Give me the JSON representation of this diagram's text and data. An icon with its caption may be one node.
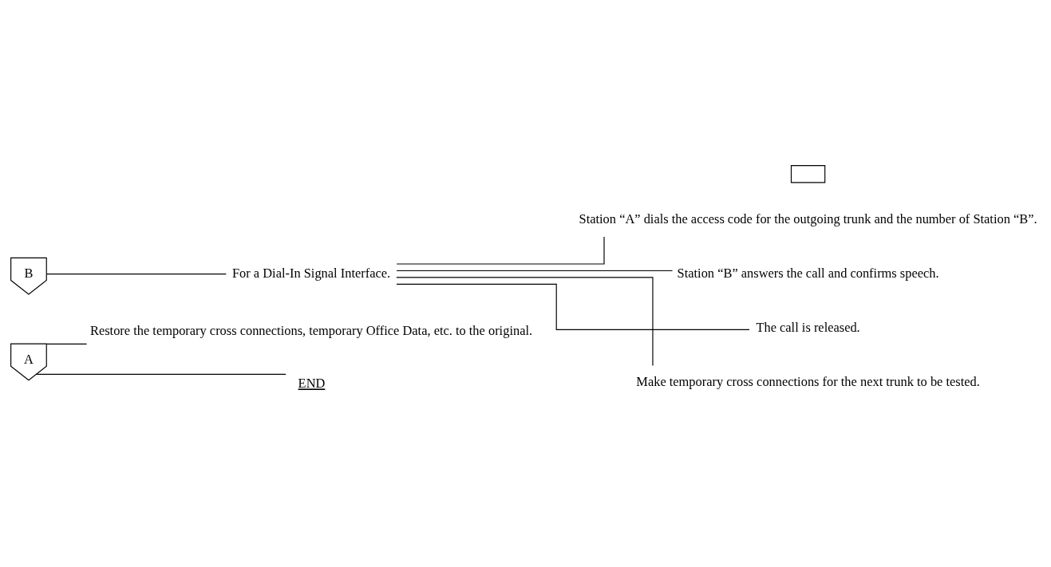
{
  "diagram": {
    "nodes": [
      {
        "text": [
          "A"
        ]
      },
      {
        "text": [
          "B"
        ]
      },
      {
        "text": [
          "For a Dial-In Signal Interface."
        ]
      },
      {
        "text": [],
        "shape": "box"
      },
      {
        "text": [
          "Station “A” dials the access code for the outgoing trunk and the number of Station “B”."
        ]
      },
      {
        "text": [
          "Station “B” answers the call and confirms speech."
        ]
      },
      {
        "text": [
          "The call is released."
        ]
      },
      {
        "text": [
          "Make temporary cross connections for the next trunk to be tested."
        ]
      },
      {
        "text": [
          "Restore the temporary cross connections, temporary Office Data, etc. to the original."
        ]
      },
      {
        "text": [
          "END"
        ]
      }
    ],
    "edges": [
      {
        "from": 1,
        "to": 2,
        "arrow": "none"
      },
      {
        "from": 2,
        "to": 4,
        "arrow": "none"
      },
      {
        "from": 2,
        "to": 5,
        "arrow": "none"
      },
      {
        "from": 2,
        "to": 6,
        "arrow": "none"
      },
      {
        "from": 2,
        "to": 7,
        "arrow": "none"
      },
      {
        "from": 0,
        "to": 8,
        "arrow": "none"
      },
      {
        "from": 0,
        "to": 9,
        "arrow": "none"
      }
    ]
  }
}
